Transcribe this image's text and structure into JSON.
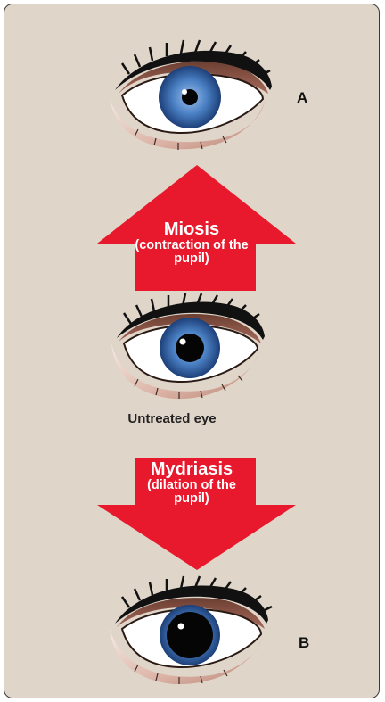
{
  "eye_a": {
    "label": "A"
  },
  "eye_b": {
    "label": "B"
  },
  "untreated_eye": {
    "caption": "Untreated eye"
  },
  "miosis_arrow": {
    "title": "Miosis",
    "subtitle": "(contraction of the pupil)",
    "direction": "up"
  },
  "mydriasis_arrow": {
    "title": "Mydriasis",
    "subtitle": "(dilation of the pupil)",
    "direction": "down"
  },
  "colors": {
    "background": "#e0d5c9",
    "arrow": "#e8192c",
    "iris": "#4a80c4",
    "pupil": "#050505"
  }
}
